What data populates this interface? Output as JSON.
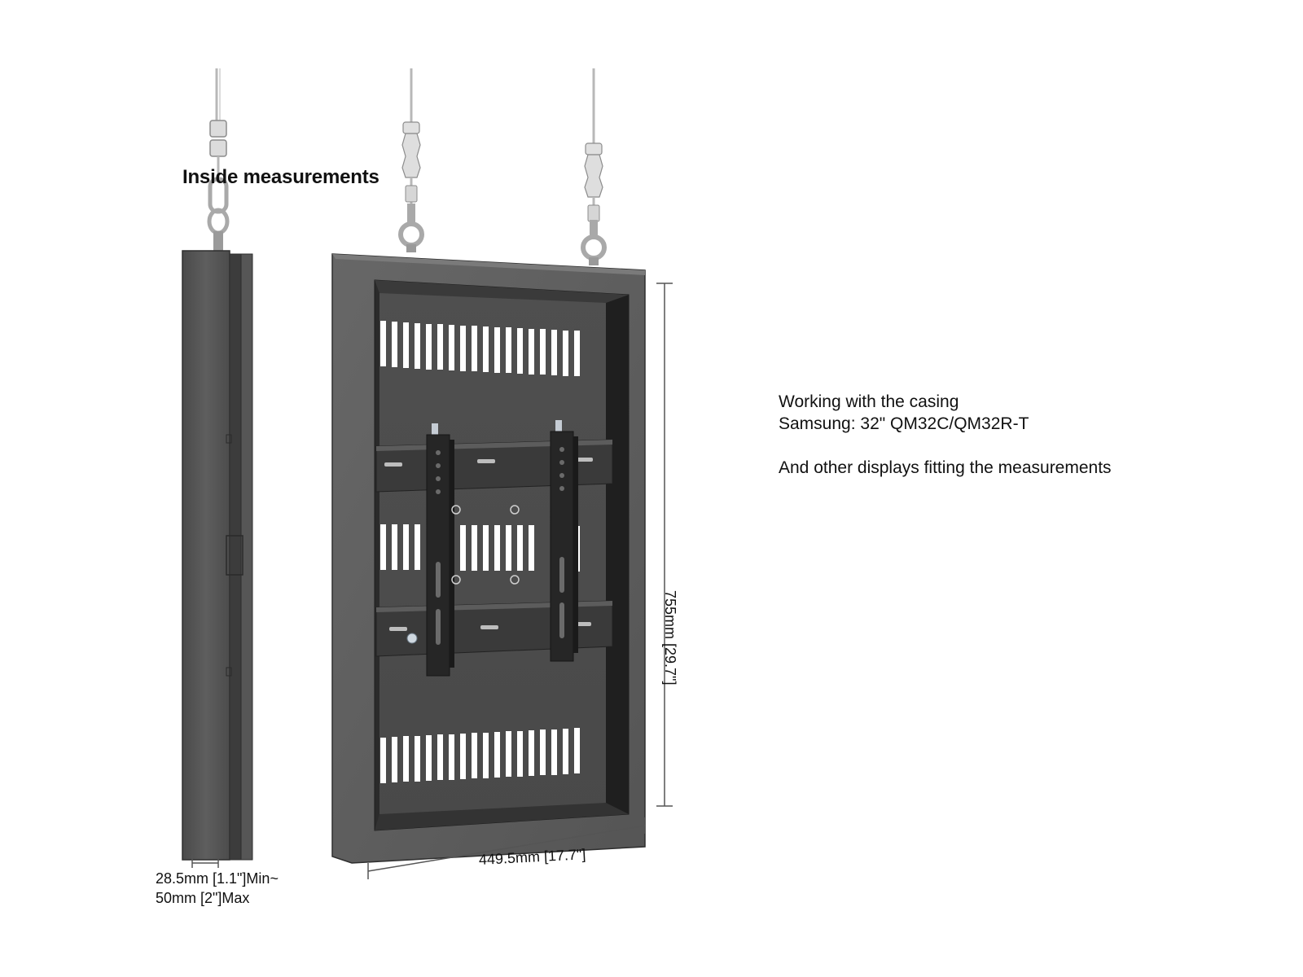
{
  "heading": "Inside measurements",
  "info": {
    "line1": "Working with the casing",
    "line2": "Samsung: 32\" QM32C/QM32R-T",
    "line3": "And other displays fitting the measurements"
  },
  "dimensions": {
    "depth_line1": "28.5mm [1.1\"]Min~",
    "depth_line2": "50mm [2\"]Max",
    "width": "449.5mm [17.7\"]",
    "height": "755mm [29.7\"]"
  },
  "colors": {
    "casing": "#5a5a5a",
    "casing_dark": "#3a3a3a",
    "bracket": "#262626",
    "cable": "#b8b8b8",
    "hardware": "#c8c8c8",
    "dimension_line": "#555555"
  }
}
